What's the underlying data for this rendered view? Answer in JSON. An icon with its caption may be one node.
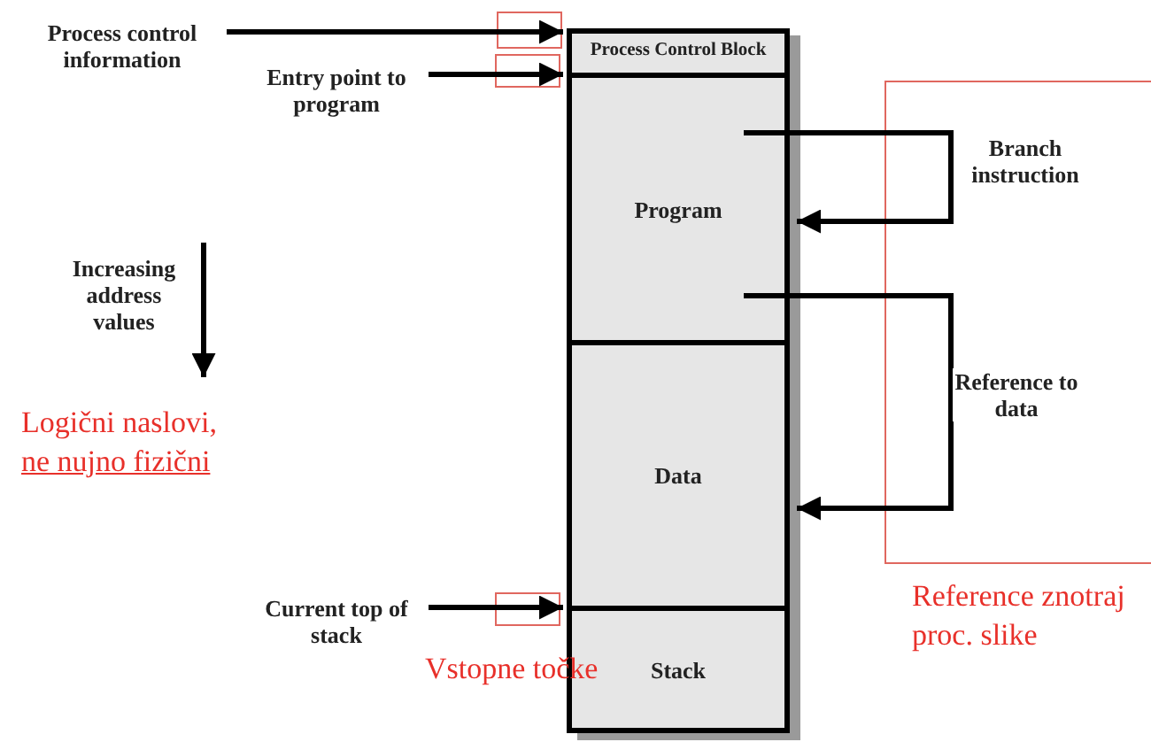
{
  "diagram": {
    "nodes": [
      {
        "text": [
          "Process Control Block"
        ]
      },
      {
        "text": [
          "Program"
        ]
      },
      {
        "text": [
          "Data"
        ]
      },
      {
        "text": [
          "Stack"
        ]
      },
      {
        "text": [
          "Process control information"
        ]
      },
      {
        "text": [
          "Entry point to program"
        ]
      },
      {
        "text": [
          "Current top of stack"
        ]
      }
    ],
    "edges": [
      {
        "from": 4,
        "to": 0,
        "arrow": "to"
      },
      {
        "from": 5,
        "to": 1,
        "arrow": "to"
      },
      {
        "from": 6,
        "to": 3,
        "arrow": "to"
      },
      {
        "from": 1,
        "to": 1,
        "arrow": "to",
        "label": "Branch instruction"
      },
      {
        "from": 1,
        "to": 2,
        "arrow": "to",
        "label": "Reference to data"
      }
    ],
    "labels": [
      "Increasing address values",
      "Logični naslovi,",
      "ne nujno fizični",
      "Vstopne točke",
      "Reference znotraj proc. slike"
    ]
  }
}
